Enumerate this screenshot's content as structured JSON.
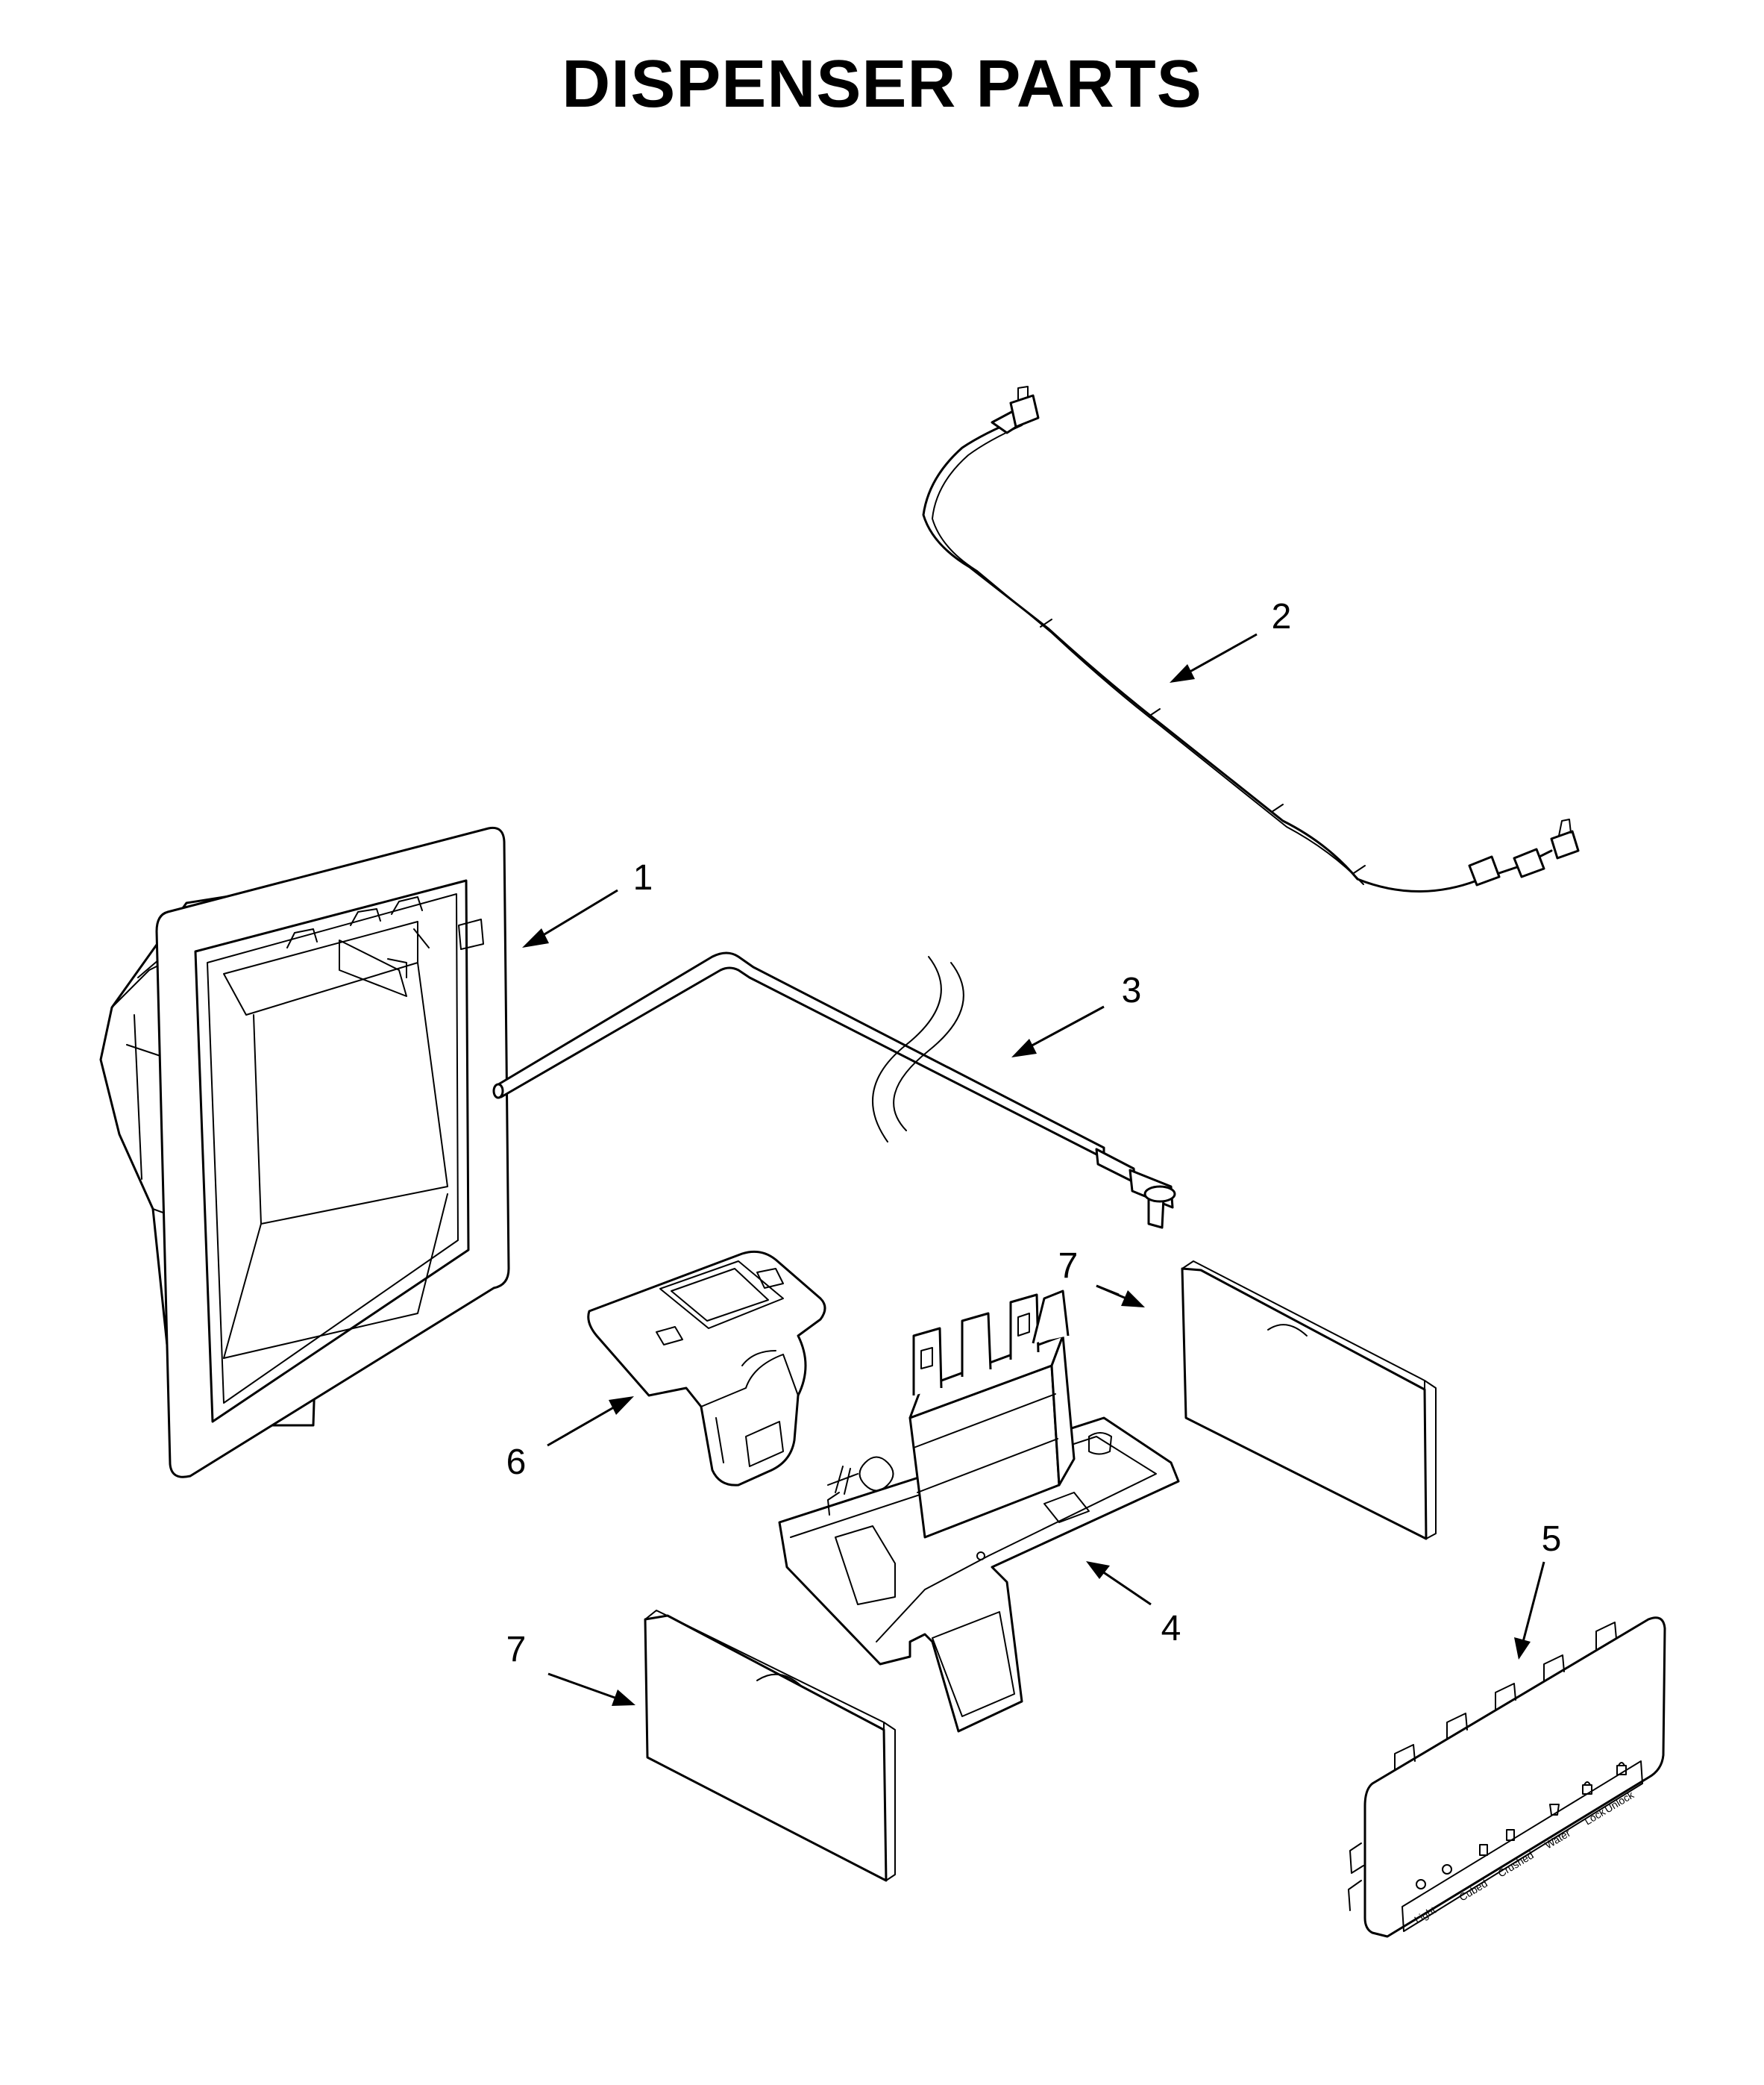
{
  "title": "DISPENSER PARTS",
  "callouts": {
    "c1": "1",
    "c2": "2",
    "c3": "3",
    "c4": "4",
    "c5": "5",
    "c6": "6",
    "c7a": "7",
    "c7b": "7"
  },
  "control_panel_labels": {
    "cubed": "Cubed",
    "crushed": "Crushed",
    "water": "Water",
    "light": "Light",
    "lock": "Lock",
    "unlock": "Unlock"
  }
}
